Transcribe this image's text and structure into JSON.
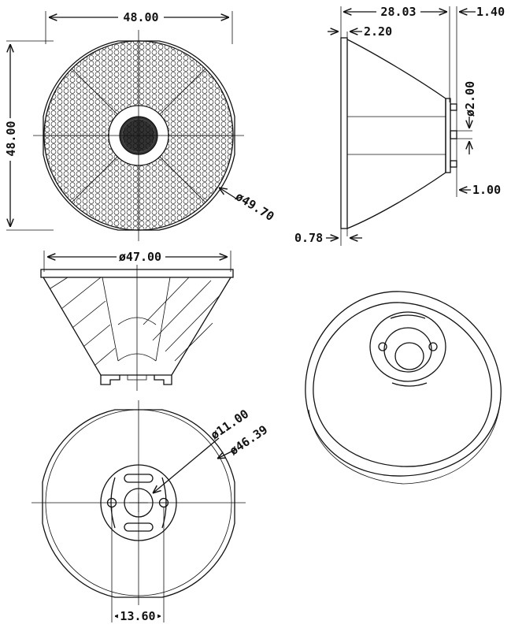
{
  "views": {
    "front": {
      "width": "48.00",
      "height": "48.00",
      "diameter": "ø49.70"
    },
    "side": {
      "depth": "28.03",
      "rim_thickness": "2.20",
      "top_offset": "1.40",
      "pin_diameter": "ø2.00",
      "pin_length": "1.00",
      "base_offset": "0.78"
    },
    "elevation": {
      "diameter": "ø47.00"
    },
    "rear": {
      "inner_diameter": "ø11.00",
      "outer_diameter": "ø46.39",
      "pin_spacing": "13.60"
    }
  },
  "colors": {
    "line": "#111111",
    "background": "#ffffff"
  }
}
